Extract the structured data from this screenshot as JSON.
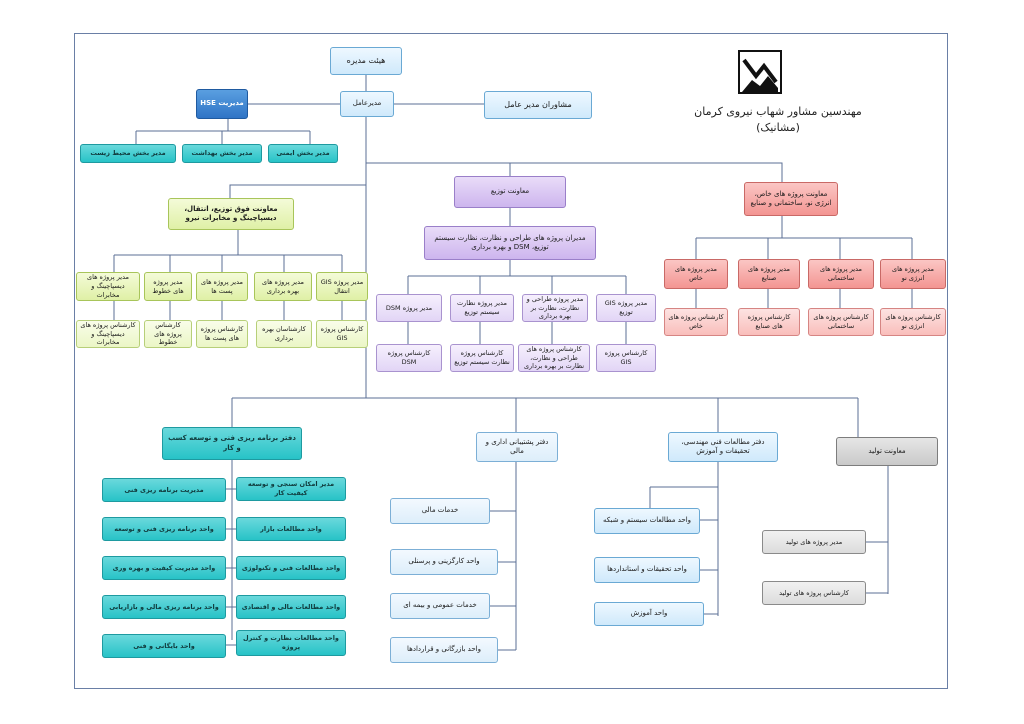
{
  "company": {
    "name": "مهندسین مشاور شهاب نیروی کرمان",
    "short_name": "(مشانیک)"
  },
  "top": {
    "board": "هیئت مدیره",
    "ceo": "مدیرعامل",
    "advisors": "مشاوران مدیر عامل",
    "hse": "مدیریت HSE",
    "hse_units": [
      "مدیر بخش ایمنی",
      "مدیر بخش بهداشت",
      "مدیر بخش محیط زیست"
    ]
  },
  "sub_deputy": {
    "title": "معاونت فوق توزیع، انتقال، دیسپاچینگ و مخابرات نیرو",
    "managers": [
      "مدیر پروژه GIS انتقال",
      "مدیر پروژه های بهره برداری",
      "مدیر پروژه های پست ها",
      "مدیر پروژه های خطوط",
      "مدیر پروژه های دیسپاچینگ و مخابرات"
    ],
    "experts": [
      "کارشناس پروژه GIS",
      "کارشناسان بهره برداری",
      "کارشناس پروژه های پست ها",
      "کارشناس پروژه های خطوط",
      "کارشناس پروژه های دیسپاچینگ و مخابرات"
    ]
  },
  "dist_deputy": {
    "title": "معاونت توزیع",
    "sub_title": "مدیران پروژه های طراحی و نظارت، نظارت سیستم توزیع، DSM و بهره برداری",
    "managers": [
      "مدیر پروژه GIS توزیع",
      "مدیر پروژه طراحی و نظارت، نظارت بر بهره برداری",
      "مدیر پروژه نظارت سیستم توزیع",
      "مدیر پروژه DSM"
    ],
    "experts": [
      "کارشناس پروژه GIS",
      "کارشناس پروژه های طراحی و نظارت، نظارت بر بهره برداری",
      "کارشناس پروژه نظارت سیستم توزیع",
      "کارشناس پروژه DSM"
    ]
  },
  "special_deputy": {
    "title": "معاونت پروژه های خاص، انرژی نو، ساختمانی و صنایع",
    "managers": [
      "مدیر پروژه های انرژی نو",
      "مدیر پروژه های ساختمانی",
      "مدیر پروژه های صنایع",
      "مدیر پروژه های خاص"
    ],
    "experts": [
      "کارشناس پروژه های انرژی نو",
      "کارشناس پروژه های ساختمانی",
      "کارشناس پروژه های صنایع",
      "کارشناس پروژه های خاص"
    ]
  },
  "planning_office": {
    "title": "دفتر برنامه ریزی فنی و توسعه کسب و کار",
    "right_col": [
      "مدیریت برنامه ریزی فنی",
      "واحد برنامه ریزی فنی و توسعه",
      "واحد مدیریت کیفیت و بهره وری",
      "واحد برنامه ریزی مالی و بازاریابی",
      "واحد بایگانی و فنی"
    ],
    "left_col": [
      "مدیر امکان سنجی و توسعه کیفیت کار",
      "واحد مطالعات بازار",
      "واحد مطالعات فنی و تکنولوژی",
      "واحد مطالعات مالی و اقتصادی",
      "واحد مطالعات نظارت و کنترل پروژه"
    ]
  },
  "support_office": {
    "title": "دفتر پشتیبانی اداری و مالی",
    "units": [
      "خدمات مالی",
      "واحد کارگزینی و پرسنلی",
      "خدمات عمومی و بیمه ای",
      "واحد بازرگانی و قراردادها"
    ]
  },
  "studies_office": {
    "title": "دفتر مطالعات فنی مهندسی، تحقیقات و آموزش",
    "units": [
      "واحد مطالعات سیستم و شبکه",
      "واحد تحقیقات و استانداردها",
      "واحد آموزش"
    ]
  },
  "production": {
    "title": "معاونت تولید",
    "manager": "مدیر پروژه های تولید",
    "expert": "کارشناس پروژه های تولید"
  }
}
